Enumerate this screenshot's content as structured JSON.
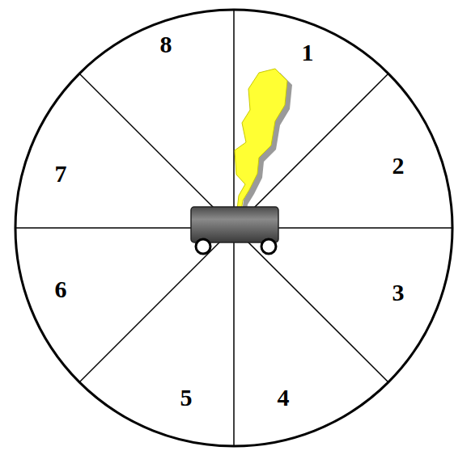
{
  "diagram": {
    "labels": [
      "8",
      "1",
      "7",
      "2",
      "6",
      "3",
      "5",
      "4"
    ]
  }
}
